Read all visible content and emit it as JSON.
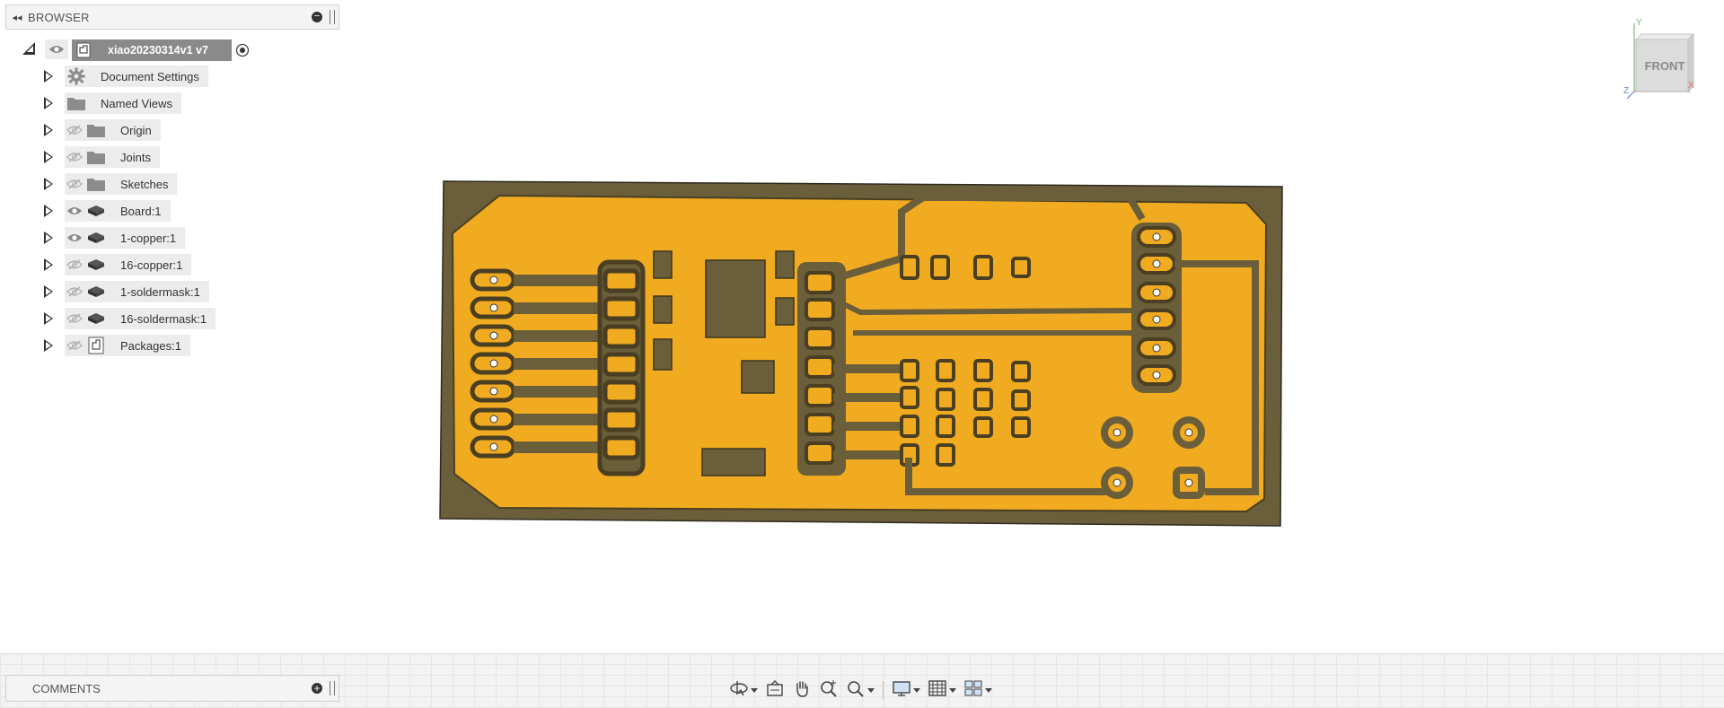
{
  "browser": {
    "title": "BROWSER",
    "collapse_icon": "double-left-arrow-icon",
    "root": {
      "label": "xiao20230314v1 v7"
    },
    "items": [
      {
        "label": "Document Settings",
        "icon": "gear-icon",
        "visible": null
      },
      {
        "label": "Named Views",
        "icon": "folder-icon",
        "visible": null
      },
      {
        "label": "Origin",
        "icon": "folder-icon",
        "visible": false
      },
      {
        "label": "Joints",
        "icon": "folder-icon",
        "visible": false
      },
      {
        "label": "Sketches",
        "icon": "folder-icon",
        "visible": false
      },
      {
        "label": "Board:1",
        "icon": "chip-icon",
        "visible": true
      },
      {
        "label": "1-copper:1",
        "icon": "chip-icon",
        "visible": true
      },
      {
        "label": "16-copper:1",
        "icon": "chip-icon",
        "visible": false
      },
      {
        "label": "1-soldermask:1",
        "icon": "chip-icon",
        "visible": false
      },
      {
        "label": "16-soldermask:1",
        "icon": "chip-icon",
        "visible": false
      },
      {
        "label": "Packages:1",
        "icon": "component-icon",
        "visible": false
      }
    ]
  },
  "viewcube": {
    "face_label": "FRONT",
    "axis_x": "X",
    "axis_y": "Y",
    "axis_z": "Z"
  },
  "comments": {
    "title": "COMMENTS"
  },
  "toolbar": {
    "items": [
      "orbit-icon",
      "look-at-icon",
      "pan-icon",
      "zoom-icon",
      "fit-icon",
      "display-settings-icon",
      "grid-icon",
      "viewports-icon"
    ]
  },
  "colors": {
    "board_dark": "#6b5e3a",
    "copper": "#f0ab20",
    "root_chip": "#8a8a8a"
  }
}
